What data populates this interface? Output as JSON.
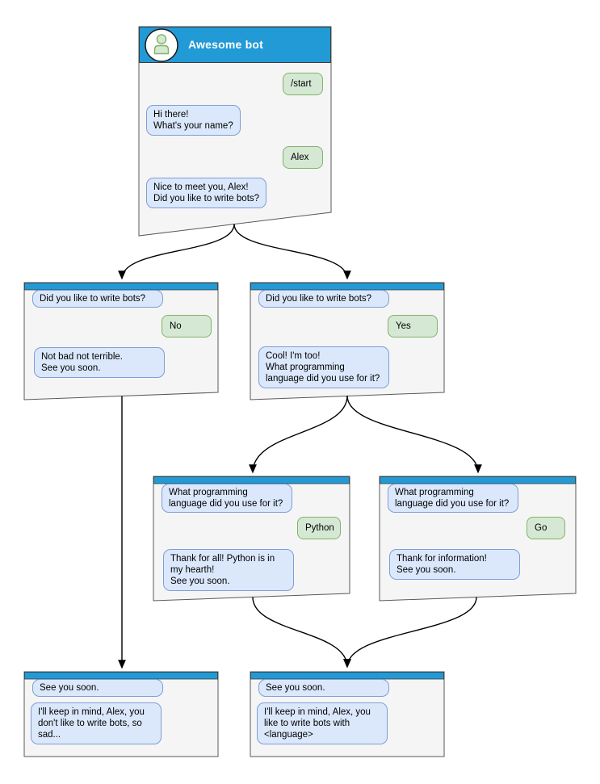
{
  "colors": {
    "header_blue": "#219AD6",
    "window_fill": "#f5f5f5",
    "window_border": "#595959",
    "bot_bubble_fill": "#dbe8fc",
    "bot_bubble_border": "#7e9ed5",
    "user_bubble_fill": "#d5e8d4",
    "user_bubble_border": "#82b366",
    "arrow": "#000000"
  },
  "windows": [
    {
      "id": "start",
      "title": "Awesome bot",
      "avatar_icon": "person-icon",
      "messages": [
        {
          "from": "user",
          "text": "/start"
        },
        {
          "from": "bot",
          "text": "Hi there!\nWhat's your name?"
        },
        {
          "from": "user",
          "text": "Alex"
        },
        {
          "from": "bot",
          "text": "Nice to meet you, Alex!\nDid you like to write bots?"
        }
      ]
    },
    {
      "id": "no-branch",
      "messages": [
        {
          "from": "bot",
          "text": "Did you like to write bots?"
        },
        {
          "from": "user",
          "text": "No"
        },
        {
          "from": "bot",
          "text": "Not bad not terrible.\nSee you soon."
        }
      ]
    },
    {
      "id": "yes-branch",
      "messages": [
        {
          "from": "bot",
          "text": "Did you like to write bots?"
        },
        {
          "from": "user",
          "text": "Yes"
        },
        {
          "from": "bot",
          "text": "Cool! I'm too!\nWhat programming\nlanguage did you use for it?"
        }
      ]
    },
    {
      "id": "python-branch",
      "messages": [
        {
          "from": "bot",
          "text": "What programming\nlanguage did you use for it?"
        },
        {
          "from": "user",
          "text": "Python"
        },
        {
          "from": "bot",
          "text": "Thank for all! Python is in\nmy hearth!\nSee you soon."
        }
      ]
    },
    {
      "id": "go-branch",
      "messages": [
        {
          "from": "bot",
          "text": "What programming\nlanguage did you use for it?"
        },
        {
          "from": "user",
          "text": "Go"
        },
        {
          "from": "bot",
          "text": "Thank for information!\nSee you soon."
        }
      ]
    },
    {
      "id": "end-no",
      "messages": [
        {
          "from": "bot",
          "text": "See you soon."
        },
        {
          "from": "bot",
          "text": "I'll keep in mind, Alex, you\ndon't like to write bots, so\nsad..."
        }
      ]
    },
    {
      "id": "end-language",
      "messages": [
        {
          "from": "bot",
          "text": "See you soon."
        },
        {
          "from": "bot",
          "text": "I'll keep in mind, Alex, you\nlike to write bots with\n<language>"
        }
      ]
    }
  ],
  "edges": [
    {
      "from": "start",
      "to": "no-branch"
    },
    {
      "from": "start",
      "to": "yes-branch"
    },
    {
      "from": "no-branch",
      "to": "end-no"
    },
    {
      "from": "yes-branch",
      "to": "python-branch"
    },
    {
      "from": "yes-branch",
      "to": "go-branch"
    },
    {
      "from": "python-branch",
      "to": "end-language"
    },
    {
      "from": "go-branch",
      "to": "end-language"
    }
  ]
}
